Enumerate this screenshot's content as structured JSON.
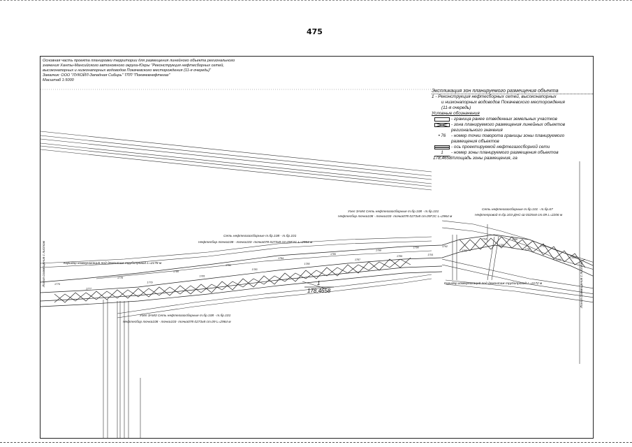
{
  "page_number": "475",
  "header": {
    "lines": [
      "Основная часть проекта планировки территории для размещения линейного объекта регионального",
      "значения Ханты-Мансийского автономного округа-Югры \"Реконструкция нефтесборных сетей,",
      "высоконапорных и низконапорных водоводов Покачевского месторождения (11-я очередь)\"",
      "Заказчик: ООО \"ЛУКОЙЛ-Западная Сибирь\" ТПП \"Покачевнефтегаз\"",
      "Масштаб 1:5000"
    ]
  },
  "legend": {
    "title": "Экспликация зон планируемого размещения объекта",
    "item1": "1 - Реконструкция нефтесборных сетей, высоконапорных",
    "item1b": "и низконапорных водоводов Покачевского месторождения",
    "item1c": "(11-я очередь)",
    "symbols_title": "Условные обозначения",
    "s1": "- граница ранее отведенных земельных участков",
    "s2": "- зона планируемого размещения линейных объектов",
    "s2b": "регионального значения",
    "s3_mark": "76",
    "s3": "- номер точки поворота границы зоны планируемого",
    "s3b": "размещения объектов",
    "s4": "- ось проектируемой нефтегазосборной сети",
    "s5_mark": "1",
    "s5": "- номер зоны планируемого размещения объектов",
    "s6_mark": "178,4658",
    "s6": "/площадь зоны размещения, га"
  },
  "drawing": {
    "zone_number": "1",
    "zone_area": "178,4658",
    "annotations": {
      "a1": "Узел ЗАМ4 Сеть нефтегазосборные т.бр.108 - т.бр.101",
      "a2": "Нефтесбор точка108 - точка103- точка078 0273х8 ст.09Г2С L=2964 м",
      "a3": "Сеть нефтегазосборные т.бр.108 - т.бр.101",
      "a4": "Нефтесбор точка108 - точка103- точка078 0273х8 ст.09Г2С L=2964 м",
      "a5": "Коридор коммуникаций под демонтаж трубопровод L=2178 м",
      "a6": "Узел ЗАМ3 Сеть нефтегазосборные т.бр.108 - т.бр.101",
      "a7": "Нефтесбор точка108 - точка103- точка078 0273х8 ст.09 L=2964 м",
      "a8": "Сеть нефтегазосборные т.бр.101 - т.бр.67",
      "a9": "Нефтепровод т.бр.103-ДНС-Ш 0325х8 ст.09 L=2206 м",
      "a10": "Коридор коммуникаций под демонтаж трубопровод L=2172 м",
      "a11": "Линия совмещения с листом"
    },
    "point_labels": [
      "1776",
      "1777",
      "1778",
      "1779",
      "1780",
      "1781",
      "1782",
      "1783",
      "1784",
      "1785",
      "1786",
      "1787",
      "1788",
      "1789",
      "1790",
      "1791",
      "1792",
      "1793",
      "1794",
      "1795",
      "1796",
      "1797",
      "1798",
      "1799",
      "1800"
    ]
  }
}
